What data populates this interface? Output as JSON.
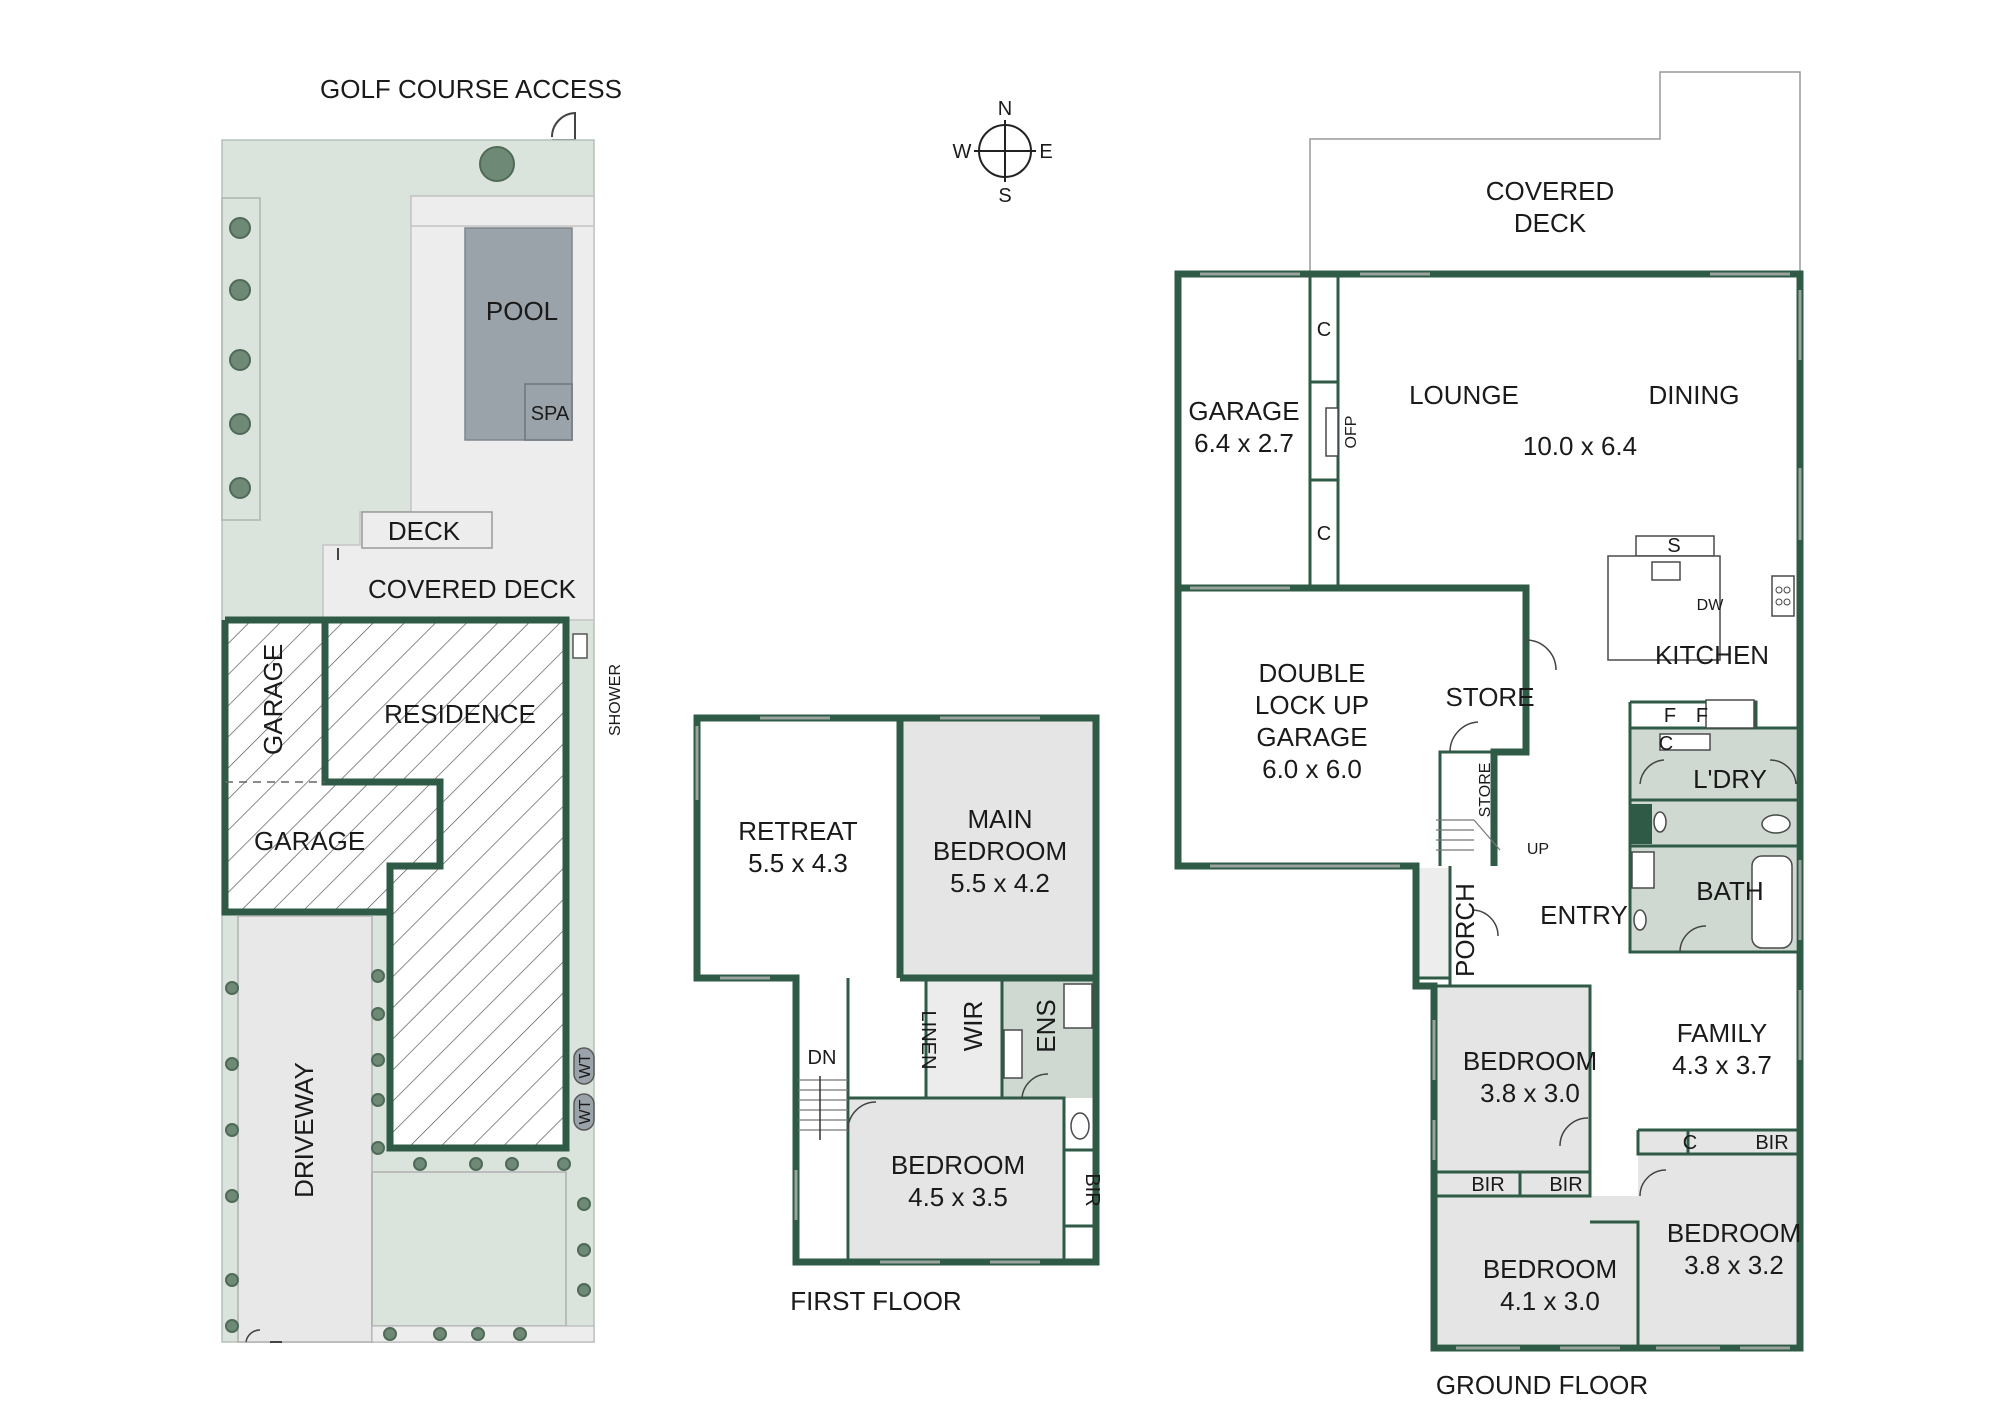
{
  "colors": {
    "wall": "#2f5a45",
    "garden": "#dbe4dc",
    "paving": "#ededed",
    "wet_area": "#cfd9d2",
    "room_grey": "#e5e5e5",
    "pool": "#9ba3aa"
  },
  "compass": {
    "n": "N",
    "s": "S",
    "e": "E",
    "w": "W"
  },
  "site": {
    "golf_access": "GOLF COURSE ACCESS",
    "pool": "POOL",
    "spa": "SPA",
    "deck": "DECK",
    "covered_deck": "COVERED DECK",
    "shower": "SHOWER",
    "garage_upper": "GARAGE",
    "garage_lower": "GARAGE",
    "residence": "RESIDENCE",
    "driveway": "DRIVEWAY",
    "wt1": "WT",
    "wt2": "WT"
  },
  "first_floor": {
    "title": "FIRST FLOOR",
    "retreat": {
      "name": "RETREAT",
      "size": "5.5 x 4.3"
    },
    "main_bedroom": {
      "name1": "MAIN",
      "name2": "BEDROOM",
      "size": "5.5 x 4.2"
    },
    "bedroom": {
      "name": "BEDROOM",
      "size": "4.5 x 3.5"
    },
    "linen": "LINEN",
    "wir": "WIR",
    "ens": "ENS",
    "bir": "BIR",
    "dn": "DN"
  },
  "ground_floor": {
    "title": "GROUND FLOOR",
    "covered_deck1": "COVERED",
    "covered_deck2": "DECK",
    "garage": {
      "name": "GARAGE",
      "size": "6.4 x 2.7"
    },
    "c_top": "C",
    "c_bottom": "C",
    "ofp": "OFP",
    "lounge": "LOUNGE",
    "dining": "DINING",
    "lounge_size": "10.0 x 6.4",
    "s": "S",
    "dw": "DW",
    "kitchen": "KITCHEN",
    "double_garage": {
      "l1": "DOUBLE",
      "l2": "LOCK UP",
      "l3": "GARAGE",
      "size": "6.0 x 6.0"
    },
    "store": "STORE",
    "store_small": "STORE",
    "up": "UP",
    "f1": "F",
    "f2": "F",
    "c_ldry": "C",
    "ldry": "L'DRY",
    "bath": "BATH",
    "porch": "PORCH",
    "entry": "ENTRY",
    "family": {
      "name": "FAMILY",
      "size": "4.3 x 3.7"
    },
    "bedroom_a": {
      "name": "BEDROOM",
      "size": "3.8 x 3.0"
    },
    "bedroom_b": {
      "name": "BEDROOM",
      "size": "4.1 x 3.0"
    },
    "bedroom_c": {
      "name": "BEDROOM",
      "size": "3.8 x 3.2"
    },
    "bir_1": "BIR",
    "bir_2": "BIR",
    "bir_3": "BIR",
    "c_bed": "C"
  }
}
